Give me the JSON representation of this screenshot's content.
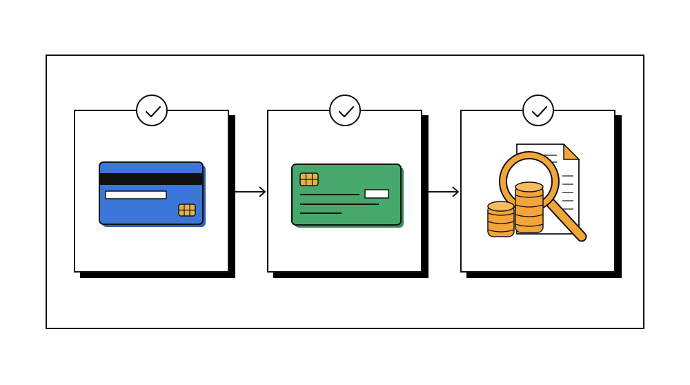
{
  "diagram": {
    "steps": [
      {
        "id": "card-back",
        "icon": "credit-card-back-icon",
        "status": "complete",
        "status_icon": "checkmark-icon",
        "color": "#3b76d8"
      },
      {
        "id": "card-front",
        "icon": "credit-card-front-icon",
        "status": "complete",
        "status_icon": "checkmark-icon",
        "color": "#46a86a"
      },
      {
        "id": "review",
        "icon": "coins-magnifier-document-icon",
        "status": "complete",
        "status_icon": "checkmark-icon",
        "color": "#f3a53a"
      }
    ],
    "connectors": [
      {
        "from": "card-back",
        "to": "card-front",
        "icon": "arrow-right-icon"
      },
      {
        "from": "card-front",
        "to": "review",
        "icon": "arrow-right-icon"
      }
    ],
    "colors": {
      "outline": "#111111",
      "shadow": "#000000",
      "card_blue": "#3b76d8",
      "card_green": "#46a86a",
      "accent_orange": "#f3a53a",
      "chip_gold": "#e6b04d",
      "paper": "#ffffff"
    }
  }
}
